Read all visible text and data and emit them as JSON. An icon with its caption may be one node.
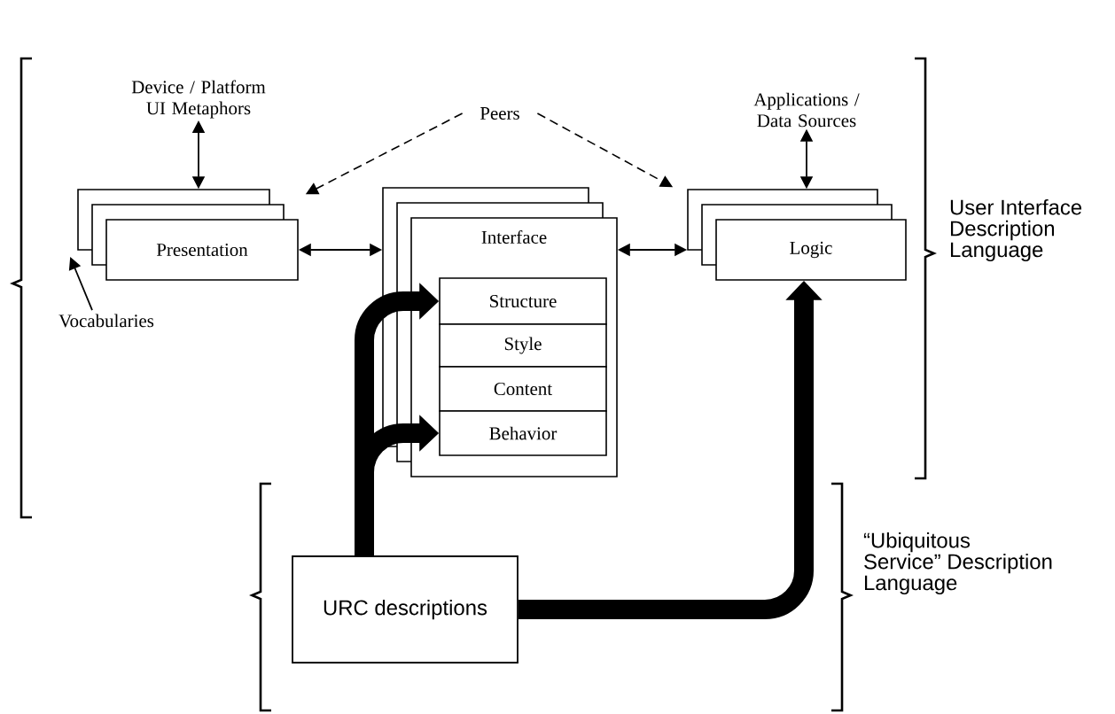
{
  "diagram": {
    "nodes": [
      {
        "text": [
          "Device / Platform UI Metaphors"
        ]
      },
      {
        "text": [
          "Peers"
        ]
      },
      {
        "text": [
          "Applications / Data Sources"
        ]
      },
      {
        "text": [
          "Presentation"
        ]
      },
      {
        "text": [
          "Interface"
        ]
      },
      {
        "text": [
          "Structure"
        ],
        "in": 4
      },
      {
        "text": [
          "Style"
        ],
        "in": 4
      },
      {
        "text": [
          "Content"
        ],
        "in": 4
      },
      {
        "text": [
          "Behavior"
        ],
        "in": 4
      },
      {
        "text": [
          "Logic"
        ]
      },
      {
        "text": [
          "Vocabularies"
        ]
      },
      {
        "text": [
          "URC descriptions"
        ]
      }
    ],
    "edges": [
      {
        "from": 0,
        "to": 3,
        "arrow": "both"
      },
      {
        "from": 1,
        "to": 3,
        "arrow": "to",
        "style": "dashed"
      },
      {
        "from": 1,
        "to": 9,
        "arrow": "to",
        "style": "dashed"
      },
      {
        "from": 2,
        "to": 9,
        "arrow": "both"
      },
      {
        "from": 3,
        "to": 4,
        "arrow": "both"
      },
      {
        "from": 4,
        "to": 9,
        "arrow": "both"
      },
      {
        "from": 10,
        "to": 3,
        "arrow": "to"
      },
      {
        "from": 11,
        "to": 5,
        "arrow": "to",
        "style": "thick"
      },
      {
        "from": 11,
        "to": 8,
        "arrow": "to",
        "style": "thick"
      },
      {
        "from": 11,
        "to": 9,
        "arrow": "to",
        "style": "thick"
      }
    ],
    "labels": [
      "User Interface Description Language",
      "“Ubiquitous Service” Description Language"
    ]
  }
}
